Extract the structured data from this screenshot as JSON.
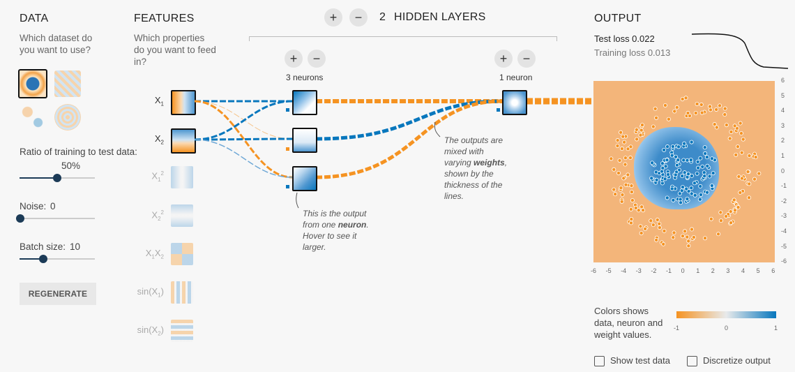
{
  "hidden_layers": {
    "plus": "+",
    "minus": "−",
    "count": "2",
    "label": "HIDDEN LAYERS"
  },
  "data": {
    "title": "DATA",
    "question": "Which dataset do you want to use?",
    "ratio_label": "Ratio of training to test data:",
    "ratio_value": "50%",
    "ratio_fraction": 0.5,
    "noise_label": "Noise:",
    "noise_value": "0",
    "noise_fraction": 0.0,
    "batch_label": "Batch size:",
    "batch_value": "10",
    "batch_fraction": 0.32,
    "regenerate": "REGENERATE"
  },
  "features": {
    "title": "FEATURES",
    "question": "Which properties do you want to feed in?",
    "items": [
      {
        "label": "X1",
        "main": "X",
        "sub": "1",
        "sup": "",
        "active": true
      },
      {
        "label": "X2",
        "main": "X",
        "sub": "2",
        "sup": "",
        "active": true
      },
      {
        "main": "X",
        "sub": "1",
        "sup": "2",
        "active": false
      },
      {
        "main": "X",
        "sub": "2",
        "sup": "2",
        "active": false
      },
      {
        "main": "X",
        "sub": "1",
        "main2": "X",
        "sub2": "2",
        "active": false
      },
      {
        "main": "sin(X",
        "sub": "1",
        "tail": ")",
        "active": false
      },
      {
        "main": "sin(X",
        "sub": "2",
        "tail": ")",
        "active": false
      }
    ]
  },
  "layers": [
    {
      "plus": "+",
      "minus": "−",
      "neurons_label": "3 neurons"
    },
    {
      "plus": "+",
      "minus": "−",
      "neurons_label": "1 neuron"
    }
  ],
  "notes": {
    "neuron_note_1": "This is the output from one",
    "neuron_note_bold": "neuron",
    "neuron_note_2": ". Hover to see it larger.",
    "weights_note_1": "The outputs are mixed with varying",
    "weights_note_bold": "weights",
    "weights_note_2": ", shown by the thickness of the lines."
  },
  "output": {
    "title": "OUTPUT",
    "test_loss": "Test loss 0.022",
    "training_loss": "Training loss 0.013",
    "y_ticks": [
      "6",
      "5",
      "4",
      "3",
      "2",
      "1",
      "0",
      "-1",
      "-2",
      "-3",
      "-4",
      "-5",
      "-6"
    ],
    "x_ticks": [
      "-6",
      "-5",
      "-4",
      "-3",
      "-2",
      "-1",
      "0",
      "1",
      "2",
      "3",
      "4",
      "5",
      "6"
    ],
    "legend_text": "Colors shows data, neuron and weight values.",
    "legend_ticks": [
      "-1",
      "0",
      "1"
    ],
    "show_test": "Show test data",
    "discretize": "Discretize output"
  },
  "colors": {
    "orange": "#f59322",
    "blue": "#0877bd",
    "dark": "#1c3b57"
  }
}
